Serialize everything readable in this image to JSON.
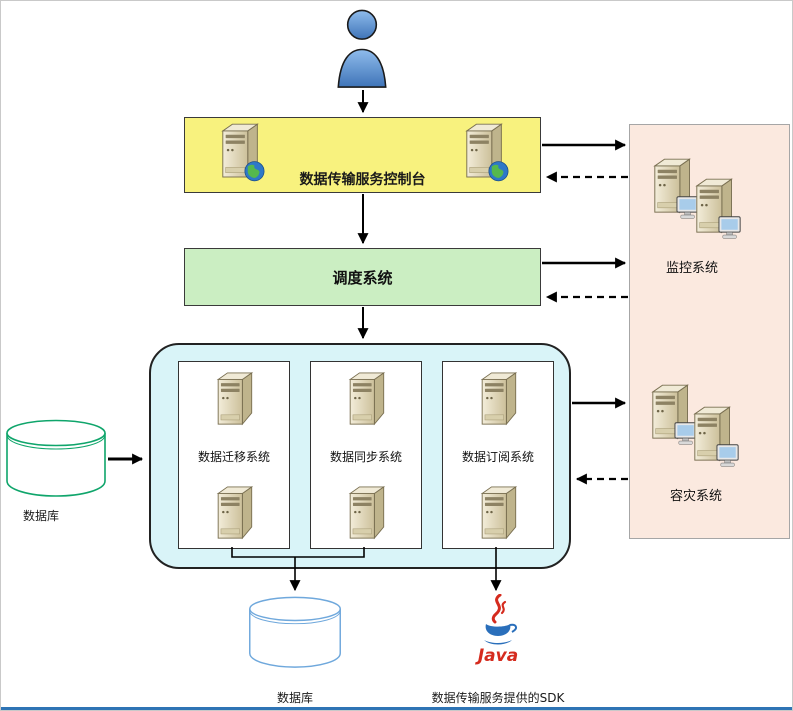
{
  "console": {
    "label": "数据传输服务控制台"
  },
  "scheduler": {
    "label": "调度系统"
  },
  "subsystems": [
    {
      "label": "数据迁移系统"
    },
    {
      "label": "数据同步系统"
    },
    {
      "label": "数据订阅系统"
    }
  ],
  "left_database": {
    "label": "数据库"
  },
  "bottom_database": {
    "label": "数据库"
  },
  "side_panel": {
    "monitoring": {
      "label": "监控系统"
    },
    "disaster": {
      "label": "容灾系统"
    }
  },
  "sdk": {
    "java_label": "Java",
    "label": "数据传输服务提供的SDK"
  },
  "colors": {
    "console_bg": "#F8F27E",
    "scheduler_bg": "#CBEEC2",
    "container_bg": "#D9F4F8",
    "side_panel_bg": "#FBE9DF",
    "left_db_stroke": "#0FA56B",
    "bottom_db_stroke": "#6FA8DC",
    "java_red": "#D52B1E",
    "java_blue": "#2A6FBB",
    "bottom_strip": "#2E74B5"
  }
}
